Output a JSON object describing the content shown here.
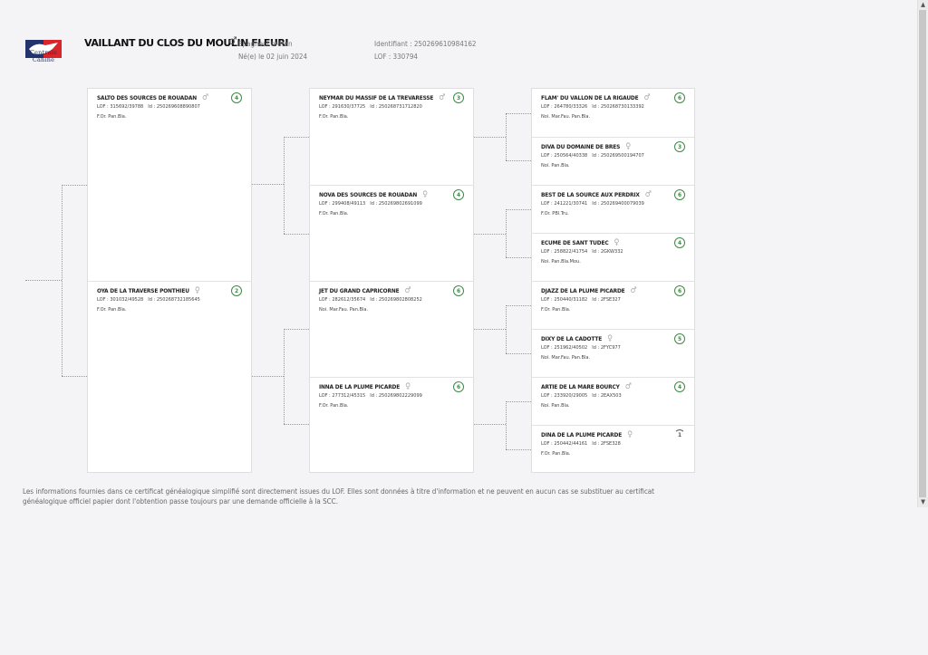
{
  "logo": {
    "line1": "Centrale",
    "line2": "Canine"
  },
  "dog": {
    "name": "VAILLANT DU CLOS DU MOULIN FLEURI",
    "sex_symbol": "♂",
    "breed": "Epagneul breton",
    "born": "Né(e) le 02 juin 2024",
    "identifiant": "Identifiant : 250269610984162",
    "lof": "LOF : 330794"
  },
  "ancestors": [
    {
      "name": "SALTO DES SOURCES DE ROUADAN",
      "sex": "♂",
      "lof": "LOF : 315692/39788",
      "id": "Id : 250269608890807",
      "color": "F.Or. Pan.Bla.",
      "badge": "4"
    },
    {
      "name": "OYA DE LA TRAVERSE PONTHIEU",
      "sex": "♀",
      "lof": "LOF : 301032/49528",
      "id": "Id : 250268732185645",
      "color": "F.Or. Pan.Bla.",
      "badge": "2"
    },
    {
      "name": "NEYMAR DU MASSIF DE LA TREVARESSE",
      "sex": "♂",
      "lof": "LOF : 291630/37725",
      "id": "Id : 250268731712820",
      "color": "F.Or. Pan.Bla.",
      "badge": "3"
    },
    {
      "name": "NOVA DES SOURCES DE ROUADAN",
      "sex": "♀",
      "lof": "LOF : 299408/49113",
      "id": "Id : 250269802691099",
      "color": "F.Or. Pan.Bla.",
      "badge": "4"
    },
    {
      "name": "JET DU GRAND CAPRICORNE",
      "sex": "♂",
      "lof": "LOF : 282612/35674",
      "id": "Id : 250269802808252",
      "color": "Noi. Mar.Fau. Pan.Bla.",
      "badge": "6"
    },
    {
      "name": "INNA DE LA PLUME PICARDE",
      "sex": "♀",
      "lof": "LOF : 277312/45315",
      "id": "Id : 250269802229099",
      "color": "F.Or. Pan.Bla.",
      "badge": "6"
    },
    {
      "name": "FLAM' DU VALLON DE LA RIGAUDE",
      "sex": "♂",
      "lof": "LOF : 264780/33326",
      "id": "Id : 250268730133392",
      "color": "Noi. Mar.Fau. Pan.Bla.",
      "badge": "6"
    },
    {
      "name": "DIVA DU DOMAINE DE BRES",
      "sex": "♀",
      "lof": "LOF : 250564/40338",
      "id": "Id : 250269500194707",
      "color": "Noi. Pan.Bla.",
      "badge": "3"
    },
    {
      "name": "BEST DE LA SOURCE AUX PERDRIX",
      "sex": "♂",
      "lof": "LOF : 241221/30741",
      "id": "Id : 250269400079039",
      "color": "F.Or. PBl.Tru.",
      "badge": "6"
    },
    {
      "name": "ECUME DE SANT TUDEC",
      "sex": "♀",
      "lof": "LOF : 258822/41754",
      "id": "Id : 2GKW332",
      "color": "Noi. Pan.Bla.Mou.",
      "badge": "4"
    },
    {
      "name": "DJAZZ DE LA PLUME PICARDE",
      "sex": "♂",
      "lof": "LOF : 250440/31182",
      "id": "Id : 2FSE327",
      "color": "F.Or. Pan.Bla.",
      "badge": "6"
    },
    {
      "name": "DIXY DE LA CADOTTE",
      "sex": "♀",
      "lof": "LOF : 251962/40502",
      "id": "Id : 2FYC977",
      "color": "Noi. Mar.Fau. Pan.Bla.",
      "badge": "5"
    },
    {
      "name": "ARTIE DE LA MARE BOURCY",
      "sex": "♂",
      "lof": "LOF : 233920/29005",
      "id": "Id : 2EAX503",
      "color": "Noi. Pan.Bla.",
      "badge": "4"
    },
    {
      "name": "DINA DE LA PLUME PICARDE",
      "sex": "♀",
      "lof": "LOF : 250442/44161",
      "id": "Id : 2FSE328",
      "color": "F.Or. Pan.Bla.",
      "badge": "1"
    }
  ],
  "disclaimer": "Les informations fournies dans ce certificat généalogique simplifié sont directement issues du LOF. Elles sont données à titre d'information et ne peuvent en aucun cas se substituer au certificat généalogique officiel papier dont l'obtention passe toujours par une demande officielle à la SCC.",
  "scrollbar": {
    "up": "▲",
    "down": "▼"
  }
}
